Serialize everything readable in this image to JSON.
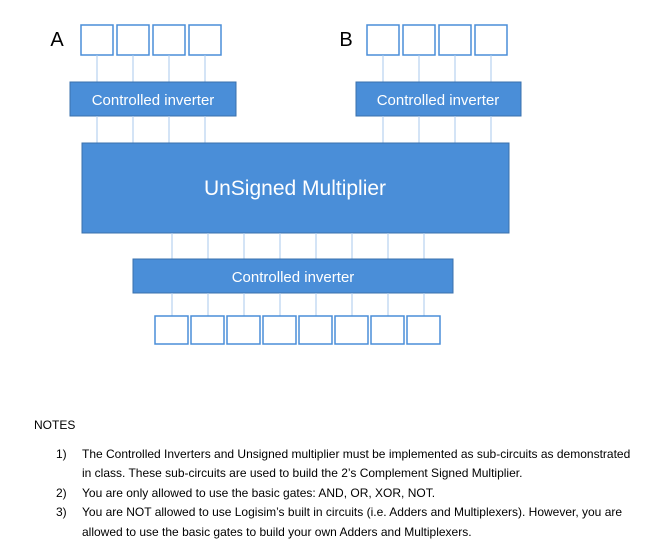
{
  "diagram": {
    "input_a_label": "A",
    "input_b_label": "B",
    "inverter_a_label": "Controlled inverter",
    "inverter_b_label": "Controlled inverter",
    "multiplier_label": "UnSigned Multiplier",
    "output_inverter_label": "Controlled inverter",
    "colors": {
      "block_fill": "#4a8ed8",
      "block_stroke": "#3a70ac",
      "block_text": "#ffffff",
      "bit_box_stroke": "#4a8ed8",
      "wire": "#a9c8ec"
    }
  },
  "notes": {
    "heading": "NOTES",
    "items": [
      {
        "number": "1)",
        "text": "The Controlled Inverters and Unsigned multiplier must be implemented as sub-circuits as demonstrated in class.  These sub-circuits are used to build the 2’s Complement Signed Multiplier."
      },
      {
        "number": "2)",
        "text": "You are only allowed to use the basic gates:  AND, OR, XOR, NOT."
      },
      {
        "number": "3)",
        "text": "You are NOT allowed to use Logisim’s built in circuits (i.e. Adders and Multiplexers).  However, you are allowed to use the basic gates to build your own Adders and Multiplexers."
      }
    ]
  }
}
